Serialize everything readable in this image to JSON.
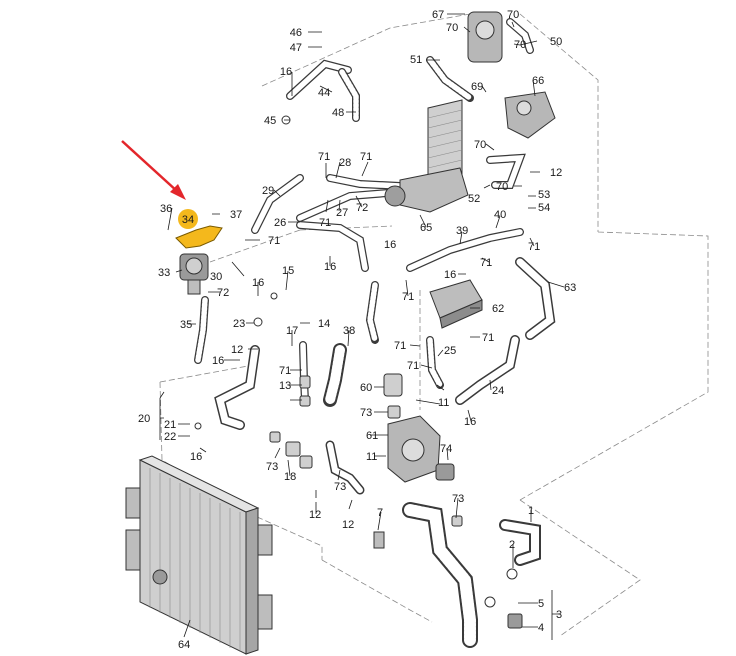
{
  "colors": {
    "highlight": "#F4B81C",
    "arrow": "#E3262B",
    "line": "#1a1a1a",
    "part_fill": "#d9d9d9",
    "part_dark": "#6b6b6b"
  },
  "highlight_label": "34",
  "labels": [
    {
      "id": "l46",
      "text": "46"
    },
    {
      "id": "l47",
      "text": "47"
    },
    {
      "id": "l16a",
      "text": "16"
    },
    {
      "id": "l44",
      "text": "44"
    },
    {
      "id": "l48",
      "text": "48"
    },
    {
      "id": "l45",
      "text": "45"
    },
    {
      "id": "l67",
      "text": "67"
    },
    {
      "id": "l70a",
      "text": "70"
    },
    {
      "id": "l70b",
      "text": "70"
    },
    {
      "id": "l70c",
      "text": "70"
    },
    {
      "id": "l50",
      "text": "50"
    },
    {
      "id": "l51",
      "text": "51"
    },
    {
      "id": "l69",
      "text": "69"
    },
    {
      "id": "l66",
      "text": "66"
    },
    {
      "id": "l70d",
      "text": "70"
    },
    {
      "id": "l71a",
      "text": "71"
    },
    {
      "id": "l28",
      "text": "28"
    },
    {
      "id": "l71b",
      "text": "71"
    },
    {
      "id": "l12a",
      "text": "12"
    },
    {
      "id": "l29",
      "text": "29"
    },
    {
      "id": "l70e",
      "text": "70"
    },
    {
      "id": "l53",
      "text": "53"
    },
    {
      "id": "l52",
      "text": "52"
    },
    {
      "id": "l54",
      "text": "54"
    },
    {
      "id": "l36",
      "text": "36"
    },
    {
      "id": "l37",
      "text": "37"
    },
    {
      "id": "l26",
      "text": "26"
    },
    {
      "id": "l71c",
      "text": "71"
    },
    {
      "id": "l27",
      "text": "27"
    },
    {
      "id": "l72a",
      "text": "72"
    },
    {
      "id": "l65",
      "text": "65"
    },
    {
      "id": "l40",
      "text": "40"
    },
    {
      "id": "l71d",
      "text": "71"
    },
    {
      "id": "l16b",
      "text": "16"
    },
    {
      "id": "l39",
      "text": "39"
    },
    {
      "id": "l71e",
      "text": "71"
    },
    {
      "id": "l16c",
      "text": "16"
    },
    {
      "id": "l16d",
      "text": "16"
    },
    {
      "id": "l33",
      "text": "33"
    },
    {
      "id": "l30",
      "text": "30"
    },
    {
      "id": "l72b",
      "text": "72"
    },
    {
      "id": "l15",
      "text": "15"
    },
    {
      "id": "l16e",
      "text": "16"
    },
    {
      "id": "l71f",
      "text": "71"
    },
    {
      "id": "l71g",
      "text": "71"
    },
    {
      "id": "l63",
      "text": "63"
    },
    {
      "id": "l62",
      "text": "62"
    },
    {
      "id": "l35",
      "text": "35"
    },
    {
      "id": "l23",
      "text": "23"
    },
    {
      "id": "l14",
      "text": "14"
    },
    {
      "id": "l38",
      "text": "38"
    },
    {
      "id": "l71h",
      "text": "71"
    },
    {
      "id": "l17",
      "text": "17"
    },
    {
      "id": "l12b",
      "text": "12"
    },
    {
      "id": "l71i",
      "text": "71"
    },
    {
      "id": "l25",
      "text": "25"
    },
    {
      "id": "l16f",
      "text": "16"
    },
    {
      "id": "l71j",
      "text": "71"
    },
    {
      "id": "l24",
      "text": "24"
    },
    {
      "id": "l13",
      "text": "13"
    },
    {
      "id": "l60",
      "text": "60"
    },
    {
      "id": "l71k",
      "text": "71"
    },
    {
      "id": "l11a",
      "text": "11"
    },
    {
      "id": "l20",
      "text": "20"
    },
    {
      "id": "l73a",
      "text": "73"
    },
    {
      "id": "l16g",
      "text": "16"
    },
    {
      "id": "l21",
      "text": "21"
    },
    {
      "id": "l22",
      "text": "22"
    },
    {
      "id": "l61",
      "text": "61"
    },
    {
      "id": "l16h",
      "text": "16"
    },
    {
      "id": "l74",
      "text": "74"
    },
    {
      "id": "l73b",
      "text": "73"
    },
    {
      "id": "l11b",
      "text": "11"
    },
    {
      "id": "l18",
      "text": "18"
    },
    {
      "id": "l73c",
      "text": "73"
    },
    {
      "id": "l73d",
      "text": "73"
    },
    {
      "id": "l12c",
      "text": "12"
    },
    {
      "id": "l12d",
      "text": "12"
    },
    {
      "id": "l7",
      "text": "7"
    },
    {
      "id": "l1",
      "text": "1"
    },
    {
      "id": "l2",
      "text": "2"
    },
    {
      "id": "l5",
      "text": "5"
    },
    {
      "id": "l3",
      "text": "3"
    },
    {
      "id": "l4",
      "text": "4"
    },
    {
      "id": "l64",
      "text": "64"
    }
  ]
}
